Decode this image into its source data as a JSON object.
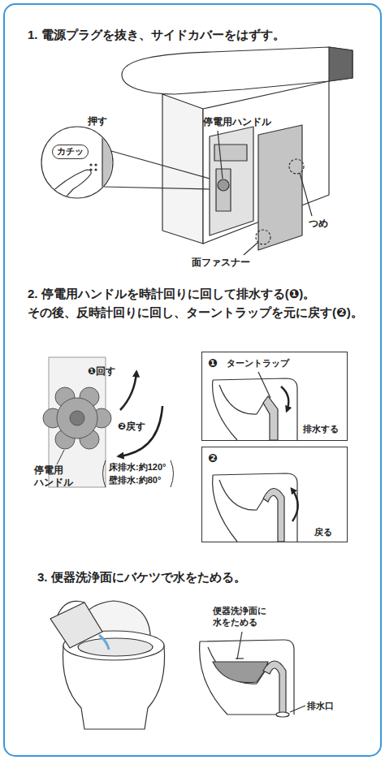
{
  "diagram": {
    "nodes": [
      {
        "text": [
          "カチッ"
        ]
      },
      {
        "text": [
          "❶",
          "ターントラップ",
          "排水する"
        ]
      },
      {
        "text": [
          "❷",
          "戻る"
        ]
      }
    ],
    "labels": [
      "1. 電源プラグを抜き、サイドカバーをはずす。",
      "押す",
      "停電用ハンドル",
      "つめ",
      "面ファスナー",
      "2. 停電用ハンドルを時計回りに回して排水する(❶)。 その後、反時計回りに回し、ターントラップを元に戻す(❷)。",
      "❶回す",
      "❷戻す",
      "停電用 ハンドル",
      "床排水:約120°",
      "壁排水:約80°",
      "3. 便器洗浄面にバケツで水をためる。",
      "便器洗浄面に 水をためる",
      "排水口"
    ]
  }
}
